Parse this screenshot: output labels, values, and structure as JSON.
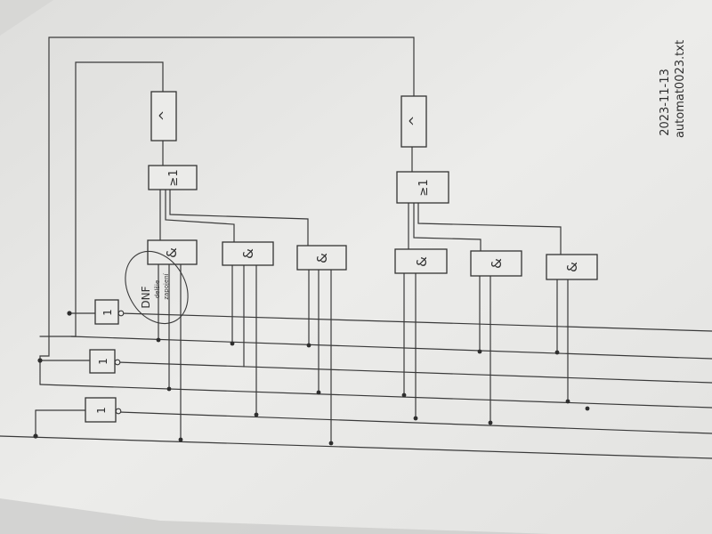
{
  "paper": {
    "color": "#e9e9e7",
    "shadow": "#b4b4b2",
    "ink": "#2e2e2e"
  },
  "gates": {
    "and_symbol": "&",
    "or_symbol": "≥1",
    "not_symbol": "1",
    "flipflop_symbol": "^"
  },
  "annotation": {
    "title": "DNF",
    "line1": "delšie",
    "line2": "zapojení"
  },
  "meta": {
    "date": "2023-11-13",
    "filename": "automat0023.txt"
  }
}
